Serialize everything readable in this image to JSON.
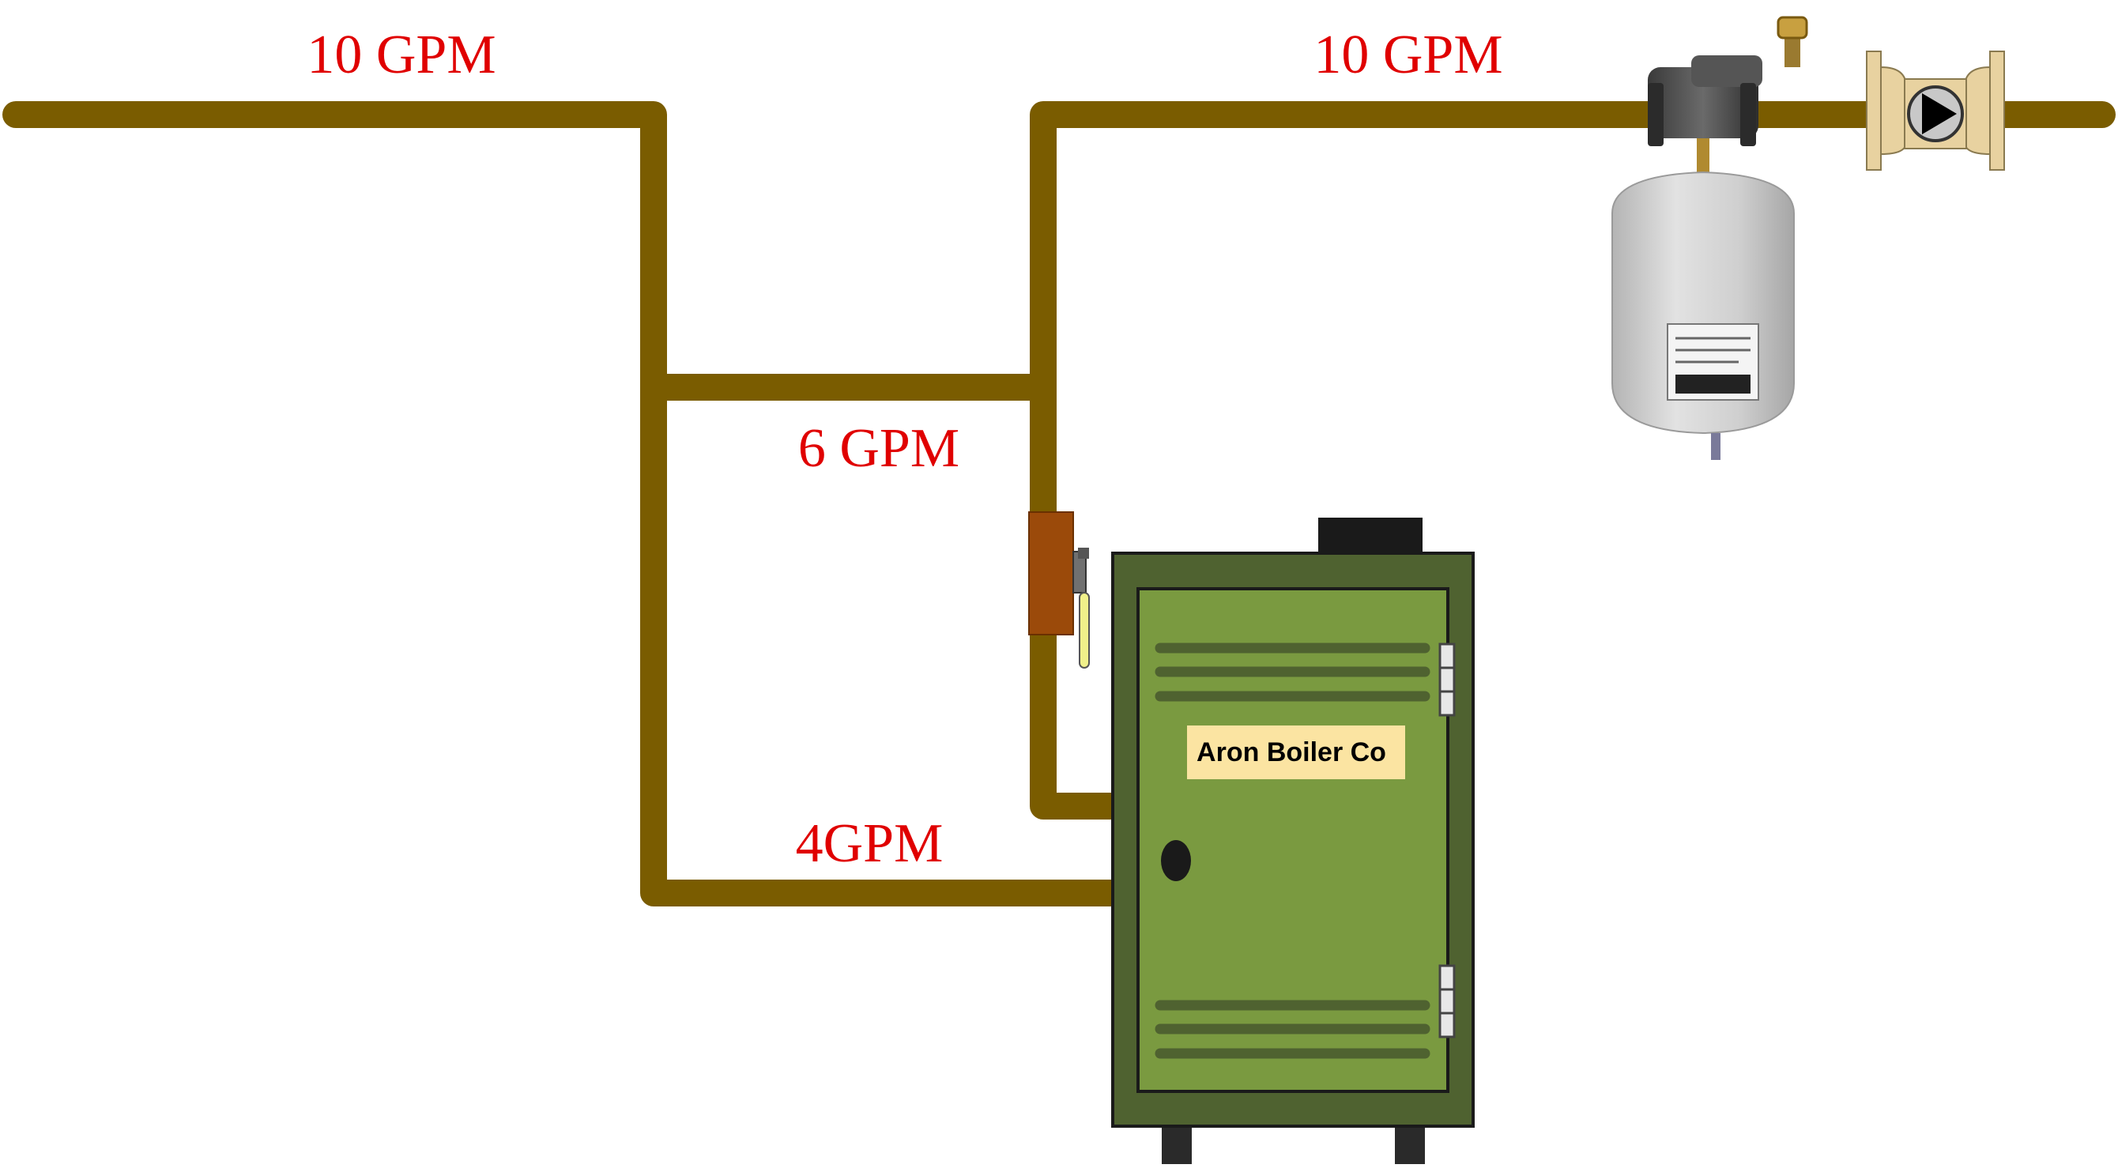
{
  "labels": {
    "supply_left": "10 GPM",
    "supply_right": "10 GPM",
    "bypass": "6 GPM",
    "boiler_return": "4GPM"
  },
  "boiler": {
    "name": "Aron Boiler Co"
  },
  "colors": {
    "pipe": "#7a5c00",
    "label": "#e00000",
    "boiler_body": "#4f6230",
    "boiler_door": "#7a9a40",
    "nameplate": "#fbe4a2",
    "valve": "#9b4a0a",
    "tank": "#c8c8c8",
    "pump_housing": "#e8d2a0"
  }
}
